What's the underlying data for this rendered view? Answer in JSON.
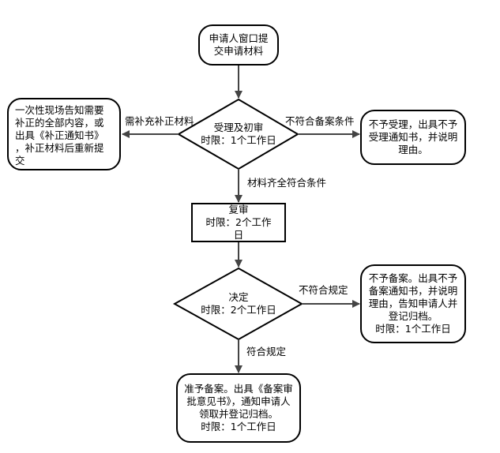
{
  "nodes": {
    "submit": "申请人窗口提\n交申请材料",
    "accept_review": "受理及初审\n时限：1个工作日",
    "supplement": "一次性现场告知需要\n补正的全部内容，或\n出具《补正通知书》\n，补正材料后重新提\n交",
    "reject_accept": "不予受理，出具不予\n受理通知书，并说明\n理由。",
    "re_review": "复审\n时限：2个工作\n日",
    "decision": "决定\n时限：2个工作日",
    "reject_record": "不予备案。出具不予\n备案通知书，并说明\n理由，告知申请人并\n登记归档。\n时限：1个工作日",
    "approve": "准予备案。出具《备案审\n批意见书》，通知申请人\n领取并登记归档。\n时限：1个工作日"
  },
  "edges": {
    "need_supplement": "需补充补正材料",
    "not_meet_conditions": "不符合备案条件",
    "materials_complete": "材料齐全符合条件",
    "not_compliant": "不符合规定",
    "compliant": "符合规定"
  }
}
